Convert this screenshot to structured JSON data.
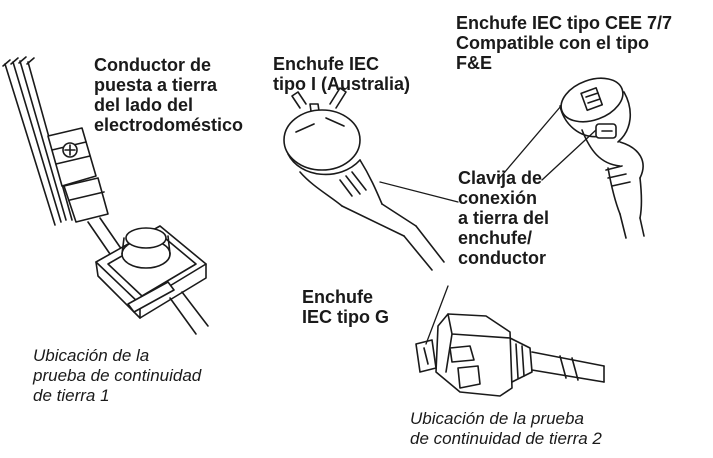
{
  "labels": {
    "appliance_ground": "Conductor de\npuesta a tierra\ndel lado del\nelectrodoméstico",
    "plug_type_i": "Enchufe IEC\ntipo I (Australia)",
    "plug_cee77": "Enchufe IEC tipo CEE 7/7\nCompatible con el tipo\nF&E",
    "ground_pin": "Clavija de\nconexión\na tierra del\nenchufe/\nconductor",
    "plug_type_g": "Enchufe\nIEC tipo G"
  },
  "captions": {
    "test_location_1": "Ubicación de la\nprueba de continuidad\nde tierra 1",
    "test_location_2": "Ubicación de la prueba\nde continuidad de tierra 2"
  },
  "icons": [
    "appliance-ground-terminal-icon",
    "plug-type-i-icon",
    "plug-cee77-icon",
    "plug-type-g-icon"
  ]
}
